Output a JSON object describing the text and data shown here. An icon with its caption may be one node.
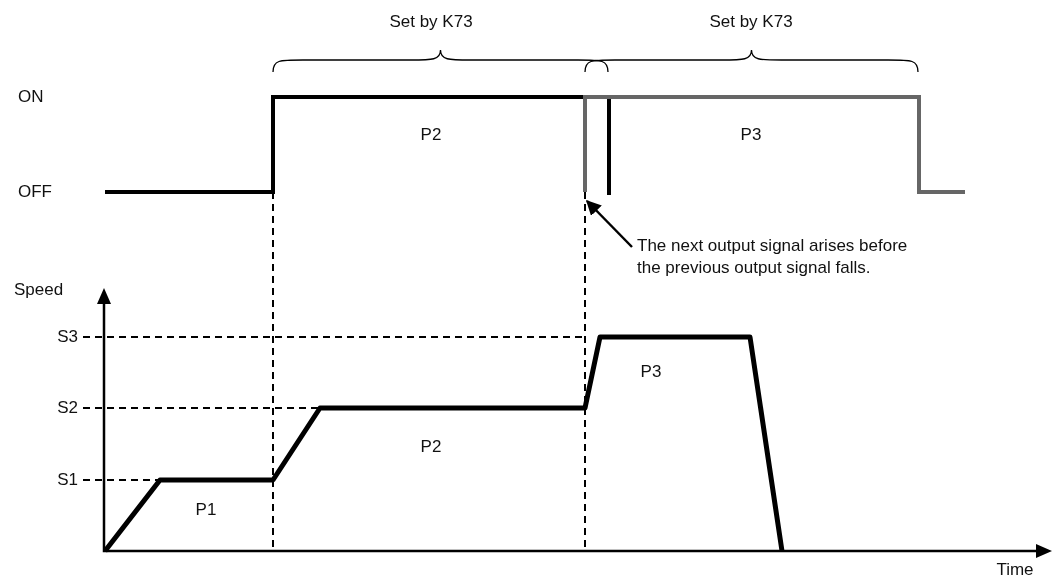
{
  "diagram": {
    "nodes": [
      {
        "text": [
          "The next output signal arises before the previous output signal falls."
        ]
      },
      {
        "text": [],
        "shape": "bar"
      }
    ],
    "edges": [
      {
        "from": 0,
        "to": 1,
        "arrow": "to"
      }
    ],
    "labels": [
      "Set by K73",
      "Set by K73",
      "ON",
      "P2",
      "P3",
      "OFF",
      "Speed",
      "S3",
      "P3",
      "S2",
      "P2",
      "S1",
      "P1",
      "Time"
    ]
  }
}
